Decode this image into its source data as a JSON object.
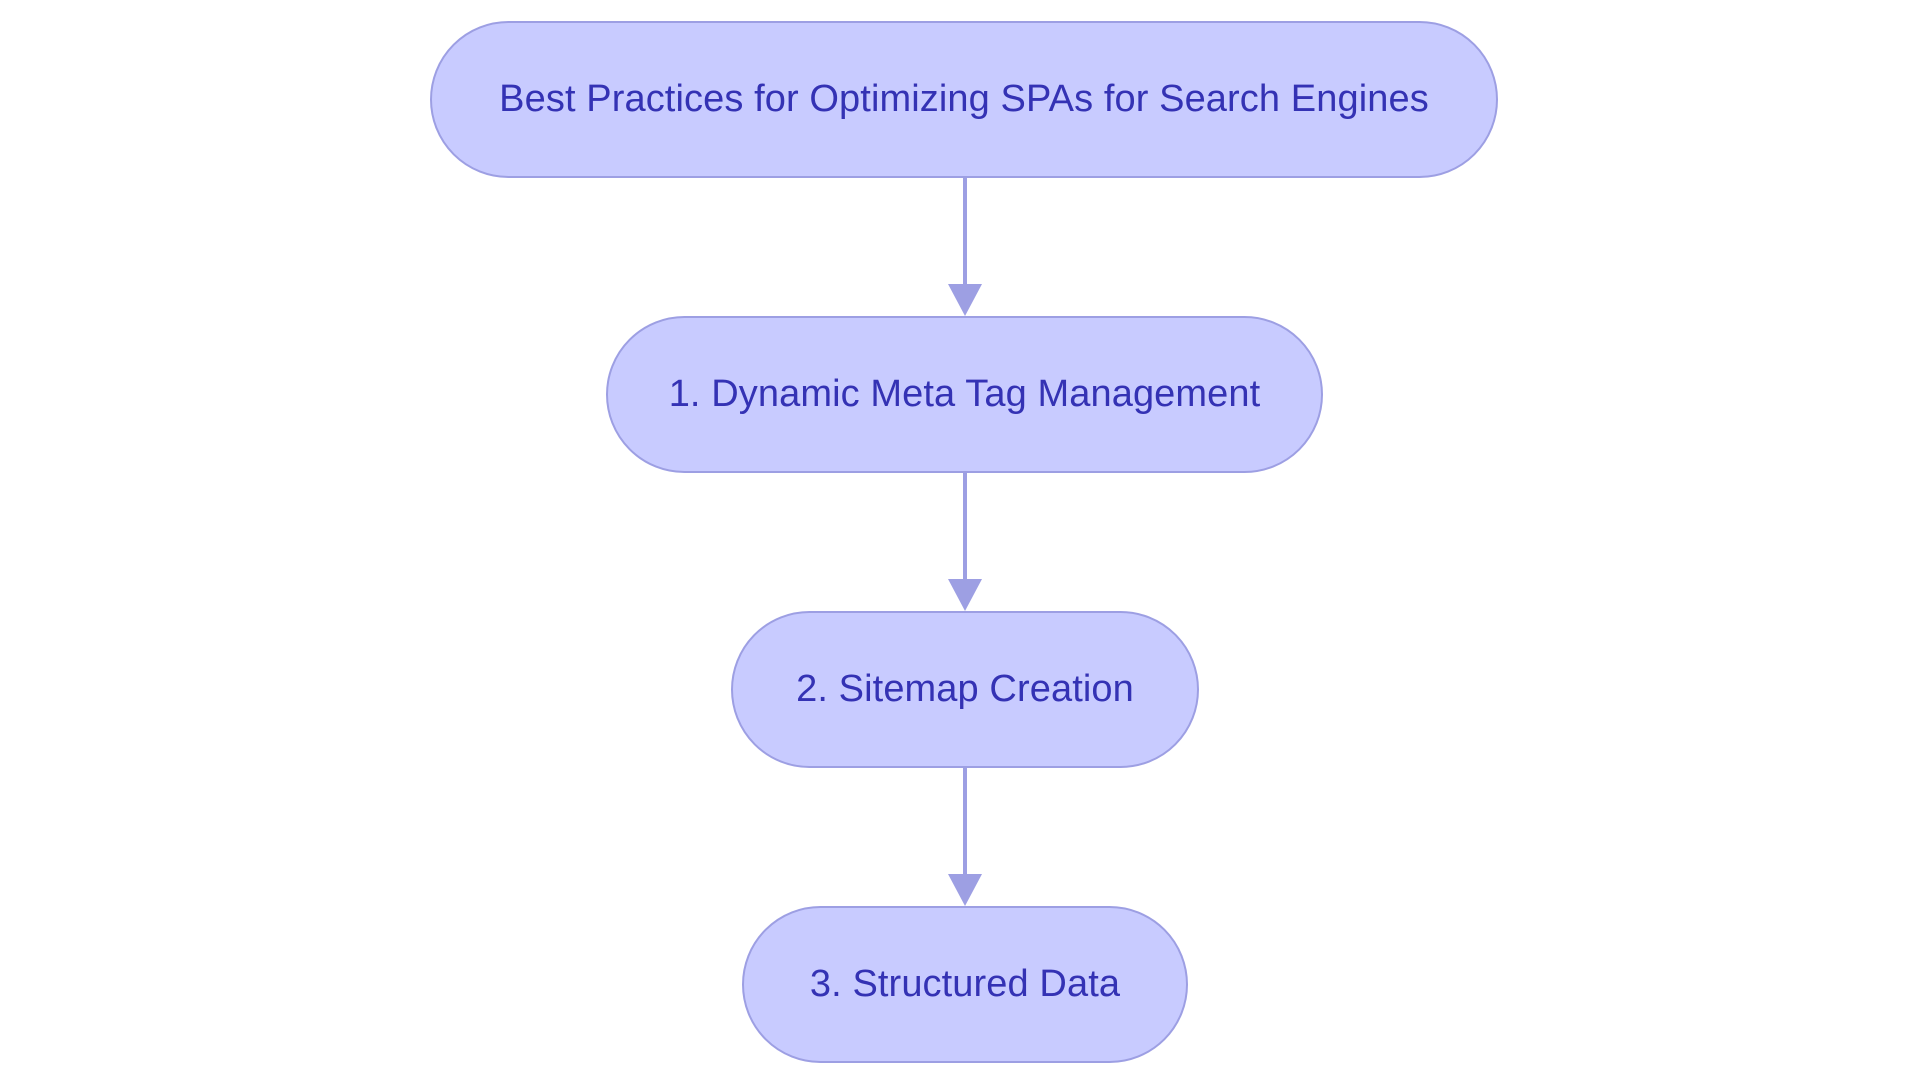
{
  "diagram": {
    "type": "flowchart",
    "direction": "top-to-bottom",
    "colors": {
      "node_fill": "#c8cbff",
      "node_border": "#9d9fe3",
      "node_text": "#3432b4",
      "edge": "#9d9fe3",
      "background": "#ffffff"
    },
    "nodes": [
      {
        "id": "root",
        "label": "Best Practices for Optimizing SPAs for Search Engines"
      },
      {
        "id": "step1",
        "label": "1. Dynamic Meta Tag Management"
      },
      {
        "id": "step2",
        "label": "2. Sitemap Creation"
      },
      {
        "id": "step3",
        "label": "3. Structured Data"
      }
    ],
    "edges": [
      {
        "from": "root",
        "to": "step1"
      },
      {
        "from": "step1",
        "to": "step2"
      },
      {
        "from": "step2",
        "to": "step3"
      }
    ]
  }
}
